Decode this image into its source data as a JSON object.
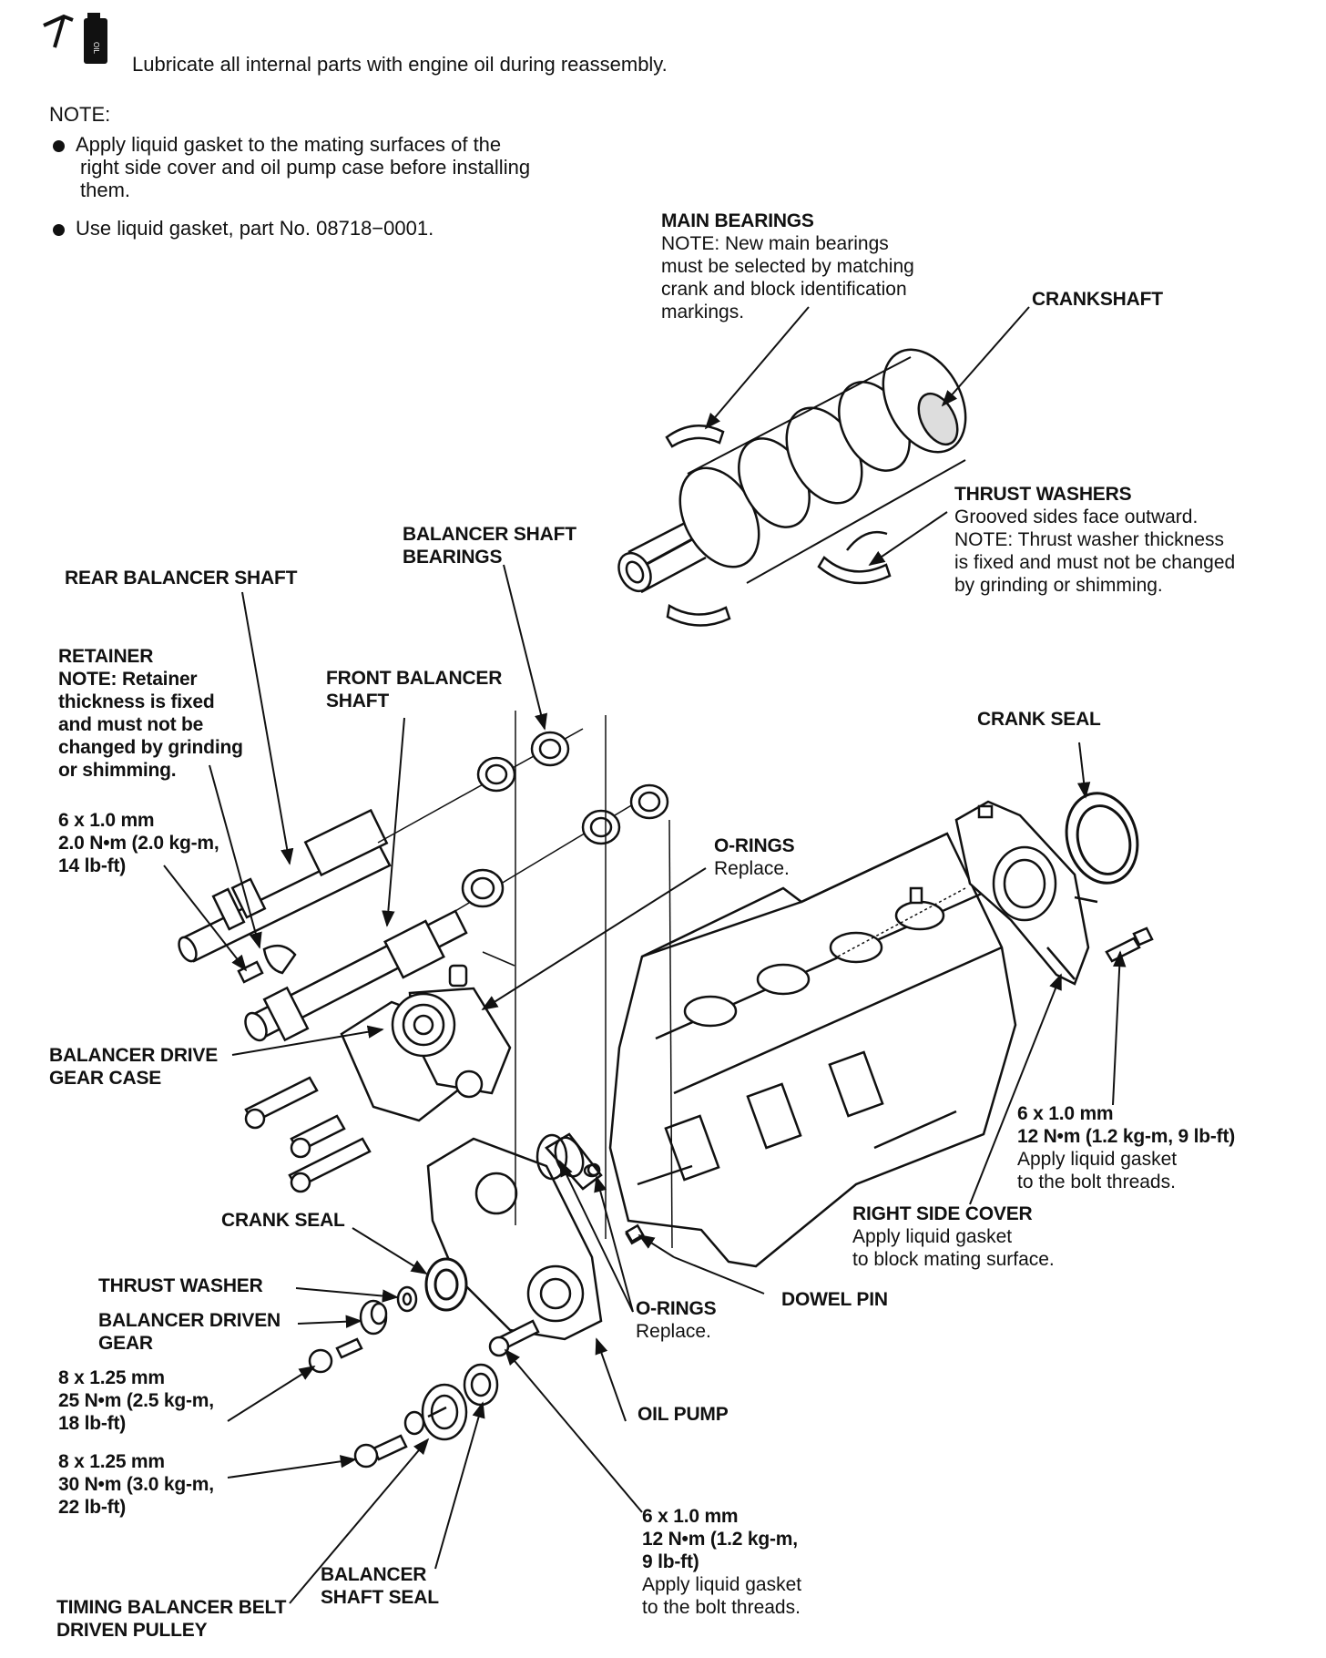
{
  "lubricate_text": "Lubricate all internal parts with engine oil during reassembly.",
  "oil_can_label": "OIL",
  "note": {
    "heading": "NOTE:",
    "bullets": [
      [
        "Apply liquid gasket to the mating surfaces of the",
        "right side cover and oil pump case before installing",
        "them."
      ],
      [
        "Use liquid gasket, part No. 08718−0001."
      ]
    ]
  },
  "labels": {
    "main_bearings": {
      "title": "MAIN BEARINGS",
      "lines": [
        "NOTE: New main bearings",
        "must be selected by matching",
        "crank and block identification",
        "markings."
      ]
    },
    "crankshaft": {
      "title": "CRANKSHAFT"
    },
    "thrust_washers": {
      "title": "THRUST WASHERS",
      "lines": [
        "Grooved sides face outward.",
        "NOTE: Thrust washer thickness",
        "is fixed and must not be changed",
        "by grinding or shimming."
      ]
    },
    "balancer_shaft_bearings": {
      "lines": [
        "BALANCER SHAFT",
        "BEARINGS"
      ]
    },
    "rear_balancer_shaft": {
      "title": "REAR BALANCER SHAFT"
    },
    "retainer": {
      "title": "RETAINER",
      "lines": [
        "NOTE: Retainer",
        "thickness is fixed",
        "and must not be",
        "changed by grinding",
        "or shimming."
      ]
    },
    "front_balancer_shaft": {
      "lines": [
        "FRONT BALANCER",
        "SHAFT"
      ]
    },
    "crank_seal_right": {
      "title": "CRANK SEAL"
    },
    "bolt_6x10_left": {
      "lines": [
        "6 x 1.0 mm",
        "2.0 N•m (2.0 kg-m,",
        "14 lb-ft)"
      ]
    },
    "o_rings_upper": {
      "title": "O-RINGS",
      "lines": [
        "Replace."
      ]
    },
    "balancer_drive_gear_case": {
      "lines": [
        "BALANCER DRIVE",
        "GEAR CASE"
      ]
    },
    "bolt_6x10_right": {
      "lines": [
        "6 x 1.0 mm",
        "12 N•m (1.2 kg-m, 9 lb-ft)",
        "Apply liquid gasket",
        "to the bolt threads."
      ]
    },
    "right_side_cover": {
      "title": "RIGHT SIDE COVER",
      "lines": [
        "Apply liquid gasket",
        "to block mating surface."
      ]
    },
    "crank_seal_left": {
      "title": "CRANK SEAL"
    },
    "thrust_washer": {
      "title": "THRUST WASHER"
    },
    "balancer_driven_gear": {
      "lines": [
        "BALANCER DRIVEN",
        "GEAR"
      ]
    },
    "o_rings_lower": {
      "title": "O-RINGS",
      "lines": [
        "Replace."
      ]
    },
    "dowel_pin": {
      "title": "DOWEL PIN"
    },
    "bolt_8x125_25": {
      "lines": [
        "8 x 1.25 mm",
        "25 N•m (2.5 kg-m,",
        "18 lb-ft)"
      ]
    },
    "oil_pump": {
      "title": "OIL PUMP"
    },
    "bolt_8x125_30": {
      "lines": [
        "8 x 1.25 mm",
        "30 N•m (3.0 kg-m,",
        "22 lb-ft)"
      ]
    },
    "bolt_6x10_bottom": {
      "lines": [
        "6 x 1.0 mm",
        "12 N•m (1.2 kg-m,",
        "9 lb-ft)",
        "Apply liquid gasket",
        "to the bolt threads."
      ]
    },
    "balancer_shaft_seal": {
      "lines": [
        "BALANCER",
        "SHAFT SEAL"
      ]
    },
    "timing_balancer_belt_driven_pulley": {
      "lines": [
        "TIMING BALANCER BELT",
        "DRIVEN PULLEY"
      ]
    }
  }
}
